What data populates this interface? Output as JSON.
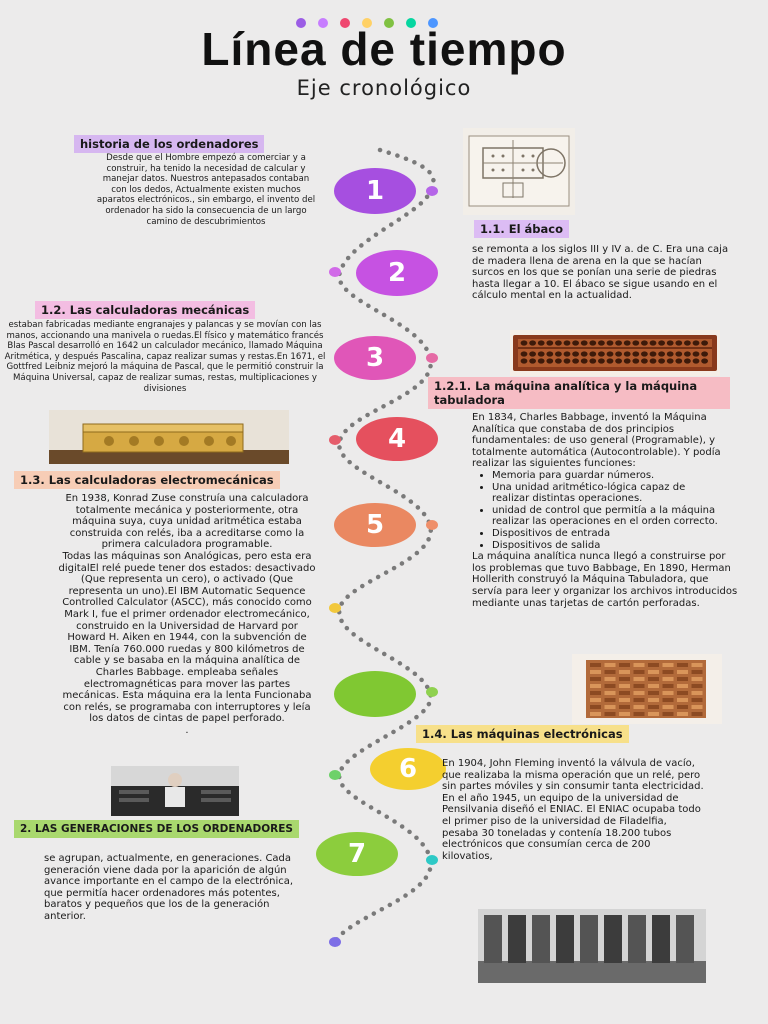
{
  "header": {
    "title": "Línea de tiempo",
    "subtitle": "Eje cronológico",
    "dot_colors": [
      "#9b5de5",
      "#c77dff",
      "#ef476f",
      "#ffd166",
      "#80c142",
      "#06d6a0",
      "#4d96ff"
    ]
  },
  "timeline": {
    "circles": [
      {
        "label": "1",
        "color": "#a64fe0"
      },
      {
        "label": "2",
        "color": "#c652e2"
      },
      {
        "label": "3",
        "color": "#e056b8"
      },
      {
        "label": "4",
        "color": "#e5505e"
      },
      {
        "label": "5",
        "color": "#ea8861"
      },
      {
        "label": "",
        "color": "#80c832"
      },
      {
        "label": "6",
        "color": "#f4cf2f"
      },
      {
        "label": "7",
        "color": "#8ccd3d"
      }
    ],
    "connector_dot_colors": [
      "#b565e8",
      "#d16ae8",
      "#e56aa5",
      "#e55d6b",
      "#ef8f6a",
      "#f2c83c",
      "#8fd14f",
      "#6ed16a",
      "#2ec9c6",
      "#7d6ee6"
    ]
  },
  "sections": {
    "s1": {
      "heading": "historia de los ordenadores",
      "heading_color": "#d6b7f0",
      "text": "Desde que el Hombre empezó a comerciar y a construir, ha tenido la necesidad de calcular y manejar datos. Nuestros antepasados contaban con los dedos, Actualmente existen muchos aparatos electrónicos., sin embargo, el invento del ordenador ha sido la consecuencia de un largo camino de descubrimientos"
    },
    "s11": {
      "heading": "1.1. El ábaco",
      "heading_color": "#dcbcf4",
      "text": "se remonta a los siglos III y IV a. de C. Era una caja de madera llena de arena en la que se hacían surcos en los que se ponían una serie de piedras hasta llegar a 10. El ábaco se sigue usando en el cálculo mental en la actualidad."
    },
    "s12": {
      "heading": "1.2. Las calculadoras mecánicas",
      "heading_color": "#f3bde2",
      "text": "estaban fabricadas mediante engranajes y palancas y se movían con las manos, accionando una manivela o ruedas.El físico y matemático francés Blas Pascal desarrolló en 1642 un calculador mecánico, llamado Máquina Aritmética, y después Pascalina, capaz realizar sumas y restas.En 1671, el Gottfred Leibniz mejoró la máquina de Pascal, que le permitió construir la Máquina Universal, capaz de realizar sumas, restas, multiplicaciones y divisiones"
    },
    "s121": {
      "heading": "1.2.1. La máquina analítica y la máquina tabuladora",
      "heading_color": "#f6bcc4",
      "intro": "En 1834, Charles Babbage, inventó la Máquina Analítica que constaba de dos principios fundamentales: de uso general (Programable), y totalmente automática (Autocontrolable). Y podía realizar las siguientes funciones:",
      "items": [
        "Memoria para guardar números.",
        "Una unidad aritmético-lógica capaz de realizar distintas operaciones.",
        " unidad de control que permitía a la máquina realizar las operaciones en el orden correcto.",
        "Dispositivos de entrada",
        "Dispositivos de salida"
      ],
      "outro": " La máquina analítica nunca llegó a construirse por los problemas que tuvo Babbage, En 1890, Herman Hollerith construyó la Máquina Tabuladora, que servía para leer y organizar los archivos introducidos mediante unas tarjetas de cartón perforadas."
    },
    "s13": {
      "heading": "1.3. Las calculadoras electromecánicas",
      "heading_color": "#f7cdb6",
      "text": "En 1938, Konrad Zuse construía una calculadora totalmente mecánica y posteriormente, otra máquina suya, cuya unidad aritmética estaba construida con relés, iba a acreditarse como la primera calculadora programable.\nTodas las máquinas son  Analógicas, pero esta era digitalEl relé puede tener dos estados: desactivado (Que representa un cero), o activado (Que representa un uno).El IBM Automatic Sequence Controlled Calculator (ASCC), más conocido como Mark I, fue el primer ordenador electromecánico, construido en la Universidad de Harvard por Howard H. Aiken en 1944, con la subvención de IBM. Tenía 760.000 ruedas y 800 kilómetros de cable y se basaba en la máquina analítica de Charles Babbage. empleaba señales electromagnéticas para mover las partes mecánicas. Esta máquina era la lenta Funcionaba con relés, se programaba con interruptores y leía los datos de cintas de papel perforado.\n."
    },
    "s14": {
      "heading": "1.4. Las máquinas electrónicas",
      "heading_color": "#f7e08a",
      "text": "En 1904, John Fleming inventó la válvula de vacío, que realizaba la misma operación que un relé, pero sin partes móviles y sin consumir tanta electricidad. En el año 1945, un equipo de la universidad de Pensilvania diseñó el ENIAC. El ENIAC ocupaba todo el primer piso de la universidad de Filadelfia, pesaba 30 toneladas y contenía 18.200 tubos electrónicos que consumían cerca de 200 kilovatios,"
    },
    "s2": {
      "heading": "2. LAS GENERACIONES DE LOS ORDENADORES",
      "heading_color": "#a9d86e",
      "text": " se agrupan, actualmente, en generaciones. Cada generación viene dada por la aparición de algún avance importante en el campo de la electrónica, que permitía hacer ordenadores más potentes, baratos y pequeños que los de la generación anterior."
    }
  }
}
